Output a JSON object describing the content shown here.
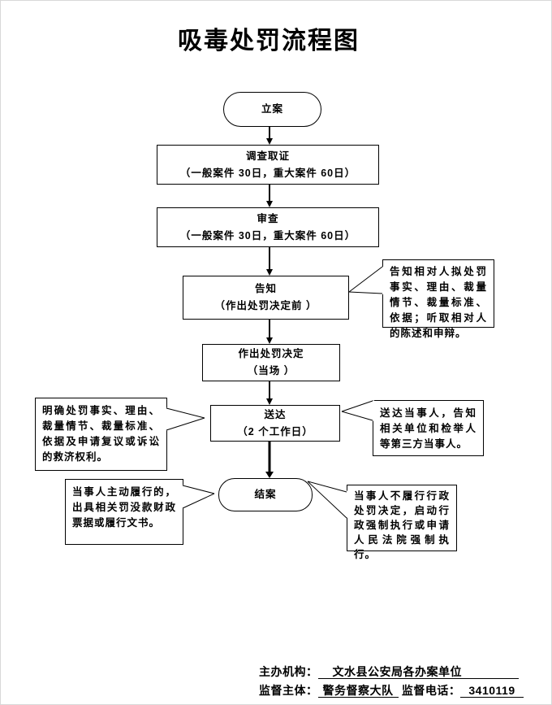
{
  "title": "吸毒处罚流程图",
  "flow": {
    "nodes": [
      {
        "id": "start",
        "label": "立案",
        "sub": ""
      },
      {
        "id": "investigate",
        "label": "调查取证",
        "sub": "（一般案件 30日，重大案件 60日）"
      },
      {
        "id": "review",
        "label": "审查",
        "sub": "（一般案件 30日，重大案件 60日）"
      },
      {
        "id": "notify",
        "label": "告知",
        "sub": "（作出处罚决定前 ）"
      },
      {
        "id": "decision",
        "label": "作出处罚决定",
        "sub": "（当场 ）"
      },
      {
        "id": "delivery",
        "label": "送达",
        "sub": "（2 个工作日）"
      },
      {
        "id": "end",
        "label": "结案",
        "sub": ""
      }
    ],
    "callouts": [
      {
        "id": "notify-note",
        "text": "告知相对人拟处罚事实、理由、裁量情节、裁量标准、依据；听取相对人的陈述和申辩。"
      },
      {
        "id": "remedy-note",
        "text": "明确处罚事实、理由、裁量情节、裁量标准、依据及申请复议或诉讼的救济权利。"
      },
      {
        "id": "parties-note",
        "text": "送达当事人，告知相关单位和检举人等第三方当事人。"
      },
      {
        "id": "voluntary-note",
        "text": "当事人主动履行的，出具相关罚没款财政票据或履行文书。"
      },
      {
        "id": "enforcement-note",
        "text": "当事人不履行行政处罚决定，启动行政强制执行或申请人民法院强制执行。"
      }
    ]
  },
  "footer": {
    "host_label": "主办机构：",
    "host_value": "文水县公安局各办案单位",
    "supervisor_label": "监督主体：",
    "supervisor_value": "警务督察大队",
    "phone_label": "监督电话：",
    "phone_value": "3410119"
  }
}
